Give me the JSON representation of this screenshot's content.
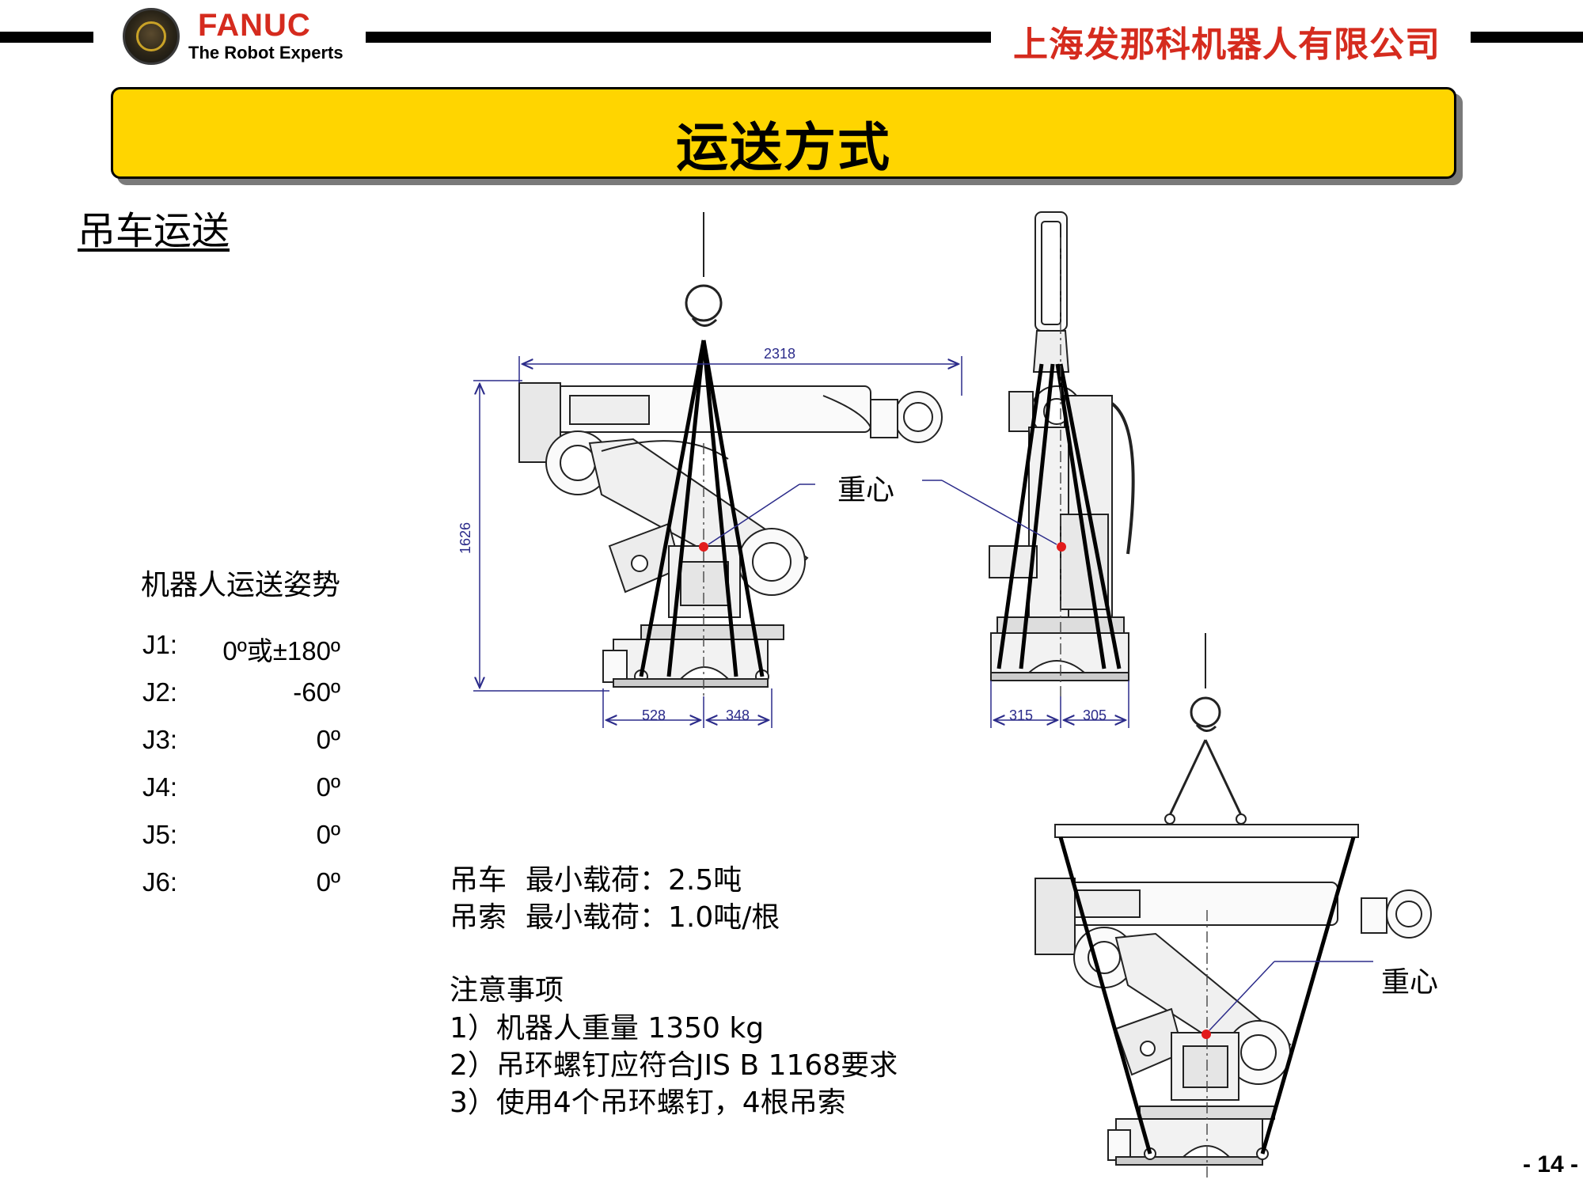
{
  "header": {
    "brand": "FANUC",
    "tagline": "The Robot Experts",
    "company": "上海发那科机器人有限公司"
  },
  "title": "运送方式",
  "section_title": "吊车运送",
  "pose": {
    "heading": "机器人运送姿势",
    "joints": [
      {
        "name": "J1:",
        "value": "0º或±180º"
      },
      {
        "name": "J2:",
        "value": "-60º"
      },
      {
        "name": "J3:",
        "value": "0º"
      },
      {
        "name": "J4:",
        "value": "0º"
      },
      {
        "name": "J5:",
        "value": "0º"
      },
      {
        "name": "J6:",
        "value": "0º"
      }
    ]
  },
  "load": [
    {
      "label": "吊车",
      "text": "最小载荷：2.5吨"
    },
    {
      "label": "吊索",
      "text": "最小载荷：1.0吨/根"
    }
  ],
  "notes": {
    "heading": "注意事项",
    "items": [
      "1）机器人重量 1350 kg",
      "2）吊环螺钉应符合JIS B 1168要求",
      "3）使用4个吊环螺钉，4根吊索"
    ]
  },
  "diagram": {
    "center_of_gravity_label": "重心",
    "dims_front": {
      "width": "2318",
      "height": "1626",
      "left": "528",
      "right": "348"
    },
    "dims_side": {
      "left": "315",
      "right": "305"
    }
  },
  "page_number": "- 14 -",
  "colors": {
    "banner": "#ffd500",
    "brand_red": "#d52b1e",
    "dimension": "#2b2b8a",
    "cog_dot": "#e21b1b"
  }
}
